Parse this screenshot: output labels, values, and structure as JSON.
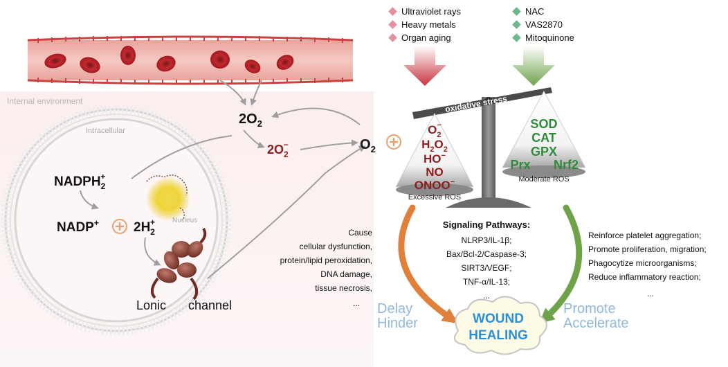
{
  "figure": {
    "internal_environment": "Internal environment",
    "intracellular": "Intracellular",
    "nucleus": "Nucleus",
    "ionic_channel": {
      "part1": "Lonic",
      "part2": "channel"
    }
  },
  "molecules": {
    "two_o2": "2O",
    "two_o2_sub": "2",
    "superoxide_coef": "2O",
    "superoxide_sub": "2",
    "superoxide_sup": "−",
    "o2": "O",
    "o2_sub": "2",
    "nadph": "NADPH",
    "nadph_sub": "2",
    "nadph_sup": "+",
    "nadp": "NADP",
    "nadp_sup": "+",
    "two_h": "2H",
    "two_h_sub": "2",
    "two_h_sup": "+"
  },
  "inducers": [
    "Ultraviolet rays",
    "Heavy metals",
    "Organ aging"
  ],
  "inhibitors": [
    "NAC",
    "VAS2870",
    "Mitoquinone"
  ],
  "balance": {
    "beam_label": "oxidative    stress",
    "left_caption": "Excessive ROS",
    "right_caption": "Moderate ROS",
    "left_species": [
      {
        "base": "O",
        "sub": "2",
        "sup": "−"
      },
      {
        "base": "H",
        "sub": "2",
        "mid": "O",
        "sub2": "2"
      },
      {
        "base": "HO",
        "sup": "−"
      },
      {
        "base": "NO"
      },
      {
        "base": "ONOO",
        "sup": "−"
      }
    ],
    "right_species": [
      "SOD",
      "CAT",
      "GPX",
      "Prx",
      "Nrf2"
    ]
  },
  "negative_effects": {
    "items": [
      "Cause",
      "cellular dysfunction,",
      "protein/lipid peroxidation,",
      "DNA damage,",
      "tissue necrosis,",
      "..."
    ],
    "label1": "Delay",
    "label2": "Hinder"
  },
  "signaling": {
    "title": "Signaling Pathways:",
    "items": [
      "NLRP3/IL-1β;",
      "Bax/Bcl-2/Caspase-3;",
      "SIRT3/VEGF;",
      "TNF-α/IL-13;",
      "..."
    ]
  },
  "positive_effects": {
    "items": [
      "Reinforce platelet aggregation;",
      "Promote proliferation, migration;",
      "Phagocytize microorganisms;",
      "Reduce inflammatory reaction;",
      "..."
    ],
    "label1": "Promote",
    "label2": "Accelerate"
  },
  "outcome": {
    "line1": "WOUND",
    "line2": "HEALING"
  },
  "colors": {
    "vessel": "#c9423f",
    "rbc": "#b5262a",
    "ros_red": "#8f1d1d",
    "antiox_green": "#2f8a3a",
    "arrow_orange": "#e0803a",
    "arrow_green": "#6ea34a",
    "wound_blue": "#2b8fd6",
    "label_blue": "#8fb8dc",
    "grey_arrow": "#9e9e9e"
  }
}
